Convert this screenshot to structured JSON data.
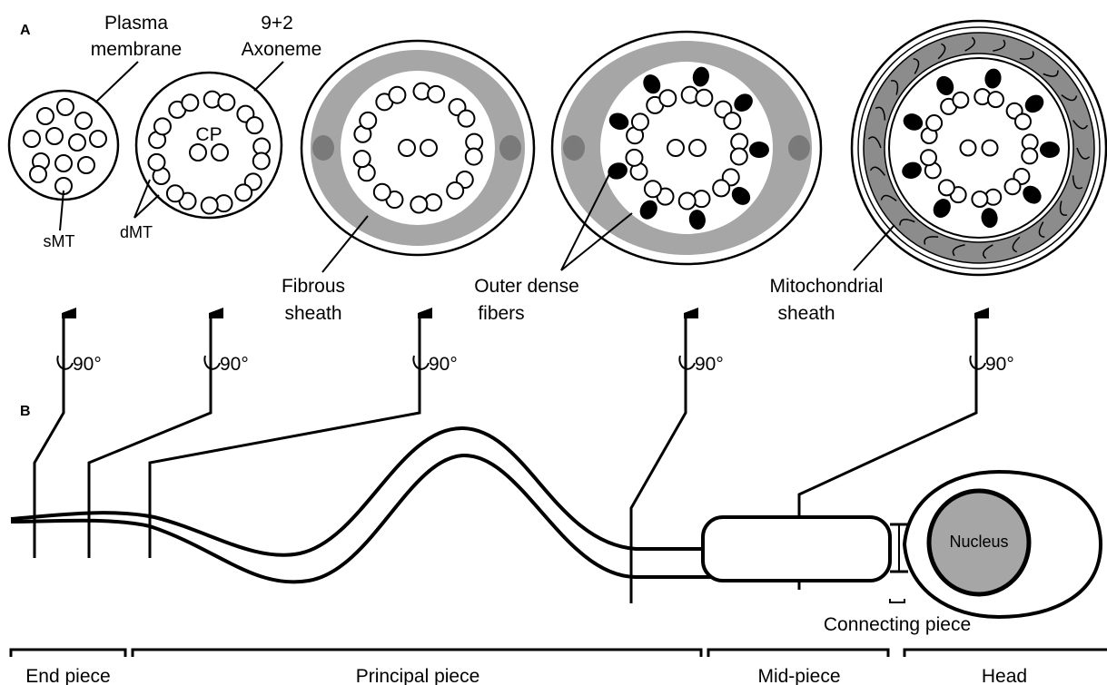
{
  "panels": {
    "a": "A",
    "b": "B"
  },
  "labels": {
    "plasma_membrane": [
      "Plasma",
      "membrane"
    ],
    "axoneme": [
      "9+2",
      "Axoneme"
    ],
    "cp": "CP",
    "smt": "sMT",
    "dmt": "dMT",
    "fibrous_sheath": [
      "Fibrous",
      "sheath"
    ],
    "outer_dense_fibers": [
      "Outer dense",
      "fibers"
    ],
    "mitochondrial_sheath": [
      "Mitochondrial",
      "sheath"
    ],
    "nucleus": "Nucleus",
    "connecting_piece": "Connecting piece",
    "rotation": "90°"
  },
  "segments": {
    "end_piece": "End piece",
    "principal_piece": "Principal piece",
    "mid_piece": "Mid-piece",
    "head": "Head"
  },
  "colors": {
    "gray_fill": "#a6a6a6",
    "dark_gray": "#7a7a7a",
    "mito_gray": "#8c8c8c",
    "stroke": "#000000",
    "background": "#ffffff"
  }
}
